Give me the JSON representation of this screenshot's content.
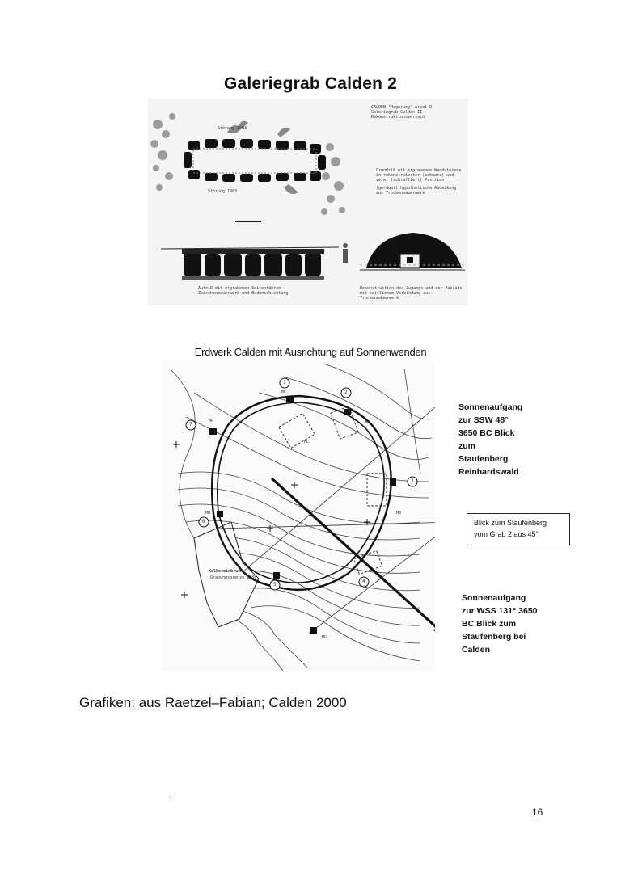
{
  "page": {
    "title": "Galeriegrab Calden 2",
    "map_caption": "Erdwerk Calden mit Ausrichtung auf Sonnenwenden",
    "credit": "Grafiken: aus Raetzel–Fabian; Calden 2000",
    "page_number": "16"
  },
  "plan_figure": {
    "legend_title": [
      "CALDEN \"Hegerweg\" Areal D",
      "Galeriegrab Calden II",
      "Rekonstruktionsversuch"
    ],
    "legend_notes": [
      "Grundriß mit ergrabenen Wandsteinen",
      "in rekonstruierter (schwarz) und",
      "verm. (schraffiert) Position"
    ],
    "legend_notes_2": [
      "(geräumt) hypothetische Abdeckung",
      "aus Trockenmauerwerk"
    ],
    "storung_top": "Störung 1983",
    "storung_bottom": "Störung 1983",
    "section_caption": [
      "Aufriß mit ergrabenen Seitenführen",
      "Zwischenmauerwerk und Bodenschichtung"
    ],
    "cross_caption": [
      "Rekonstruktion des Zugangs und der Fassade",
      "mit seitlichem Verbindung aus Trockenmauerwerk"
    ]
  },
  "map_labels": {
    "markers": [
      "1",
      "2",
      "3",
      "4",
      "5",
      "6",
      "7"
    ],
    "mf": "MF",
    "mg_left": "MG",
    "mg_bottom": "MG",
    "mc_right": "MC",
    "mc_inner": "MC",
    "mb": "MB",
    "mh": "MH",
    "kalk": "Kalksteinbruch",
    "kalk2": "Grabungsgrenze 1988"
  },
  "annotations": {
    "sunrise_ssw": [
      "Sonnenaufgang",
      "zur SSW 48°",
      "3650 BC Blick",
      "zum",
      "Staufenberg",
      "Reinhardswald"
    ],
    "view_box": [
      "Blick zum Staufenberg",
      "vom Grab 2 aus 45°"
    ],
    "sunrise_wss": [
      "Sonnenaufgang",
      "zur WSS 131° 3650",
      "BC Blick zum",
      "Staufenberg bei",
      "Calden"
    ]
  }
}
